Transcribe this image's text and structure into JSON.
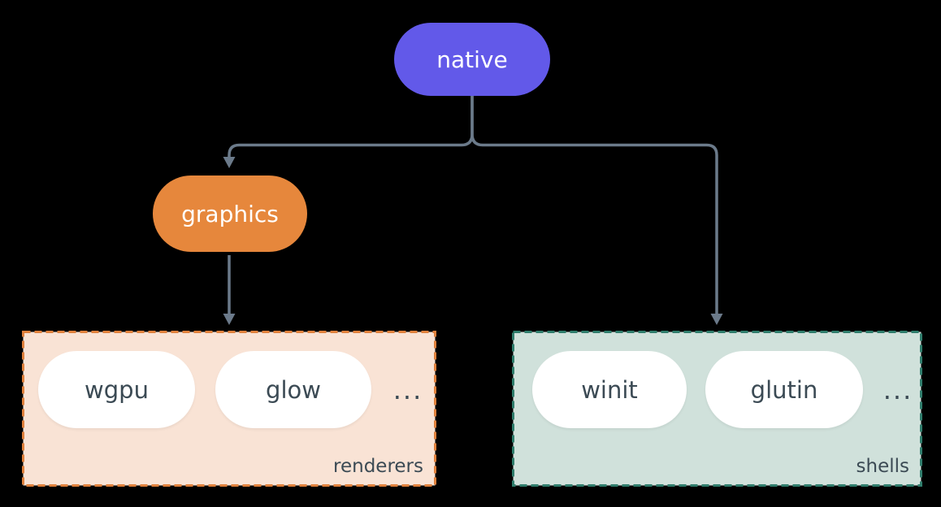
{
  "colors": {
    "bg": "#000000",
    "node-native": "#6259E9",
    "node-graphics": "#E6873C",
    "node-pill": "#FFFFFF",
    "node-text": "#FFFFFF",
    "pill-text": "#3B4A54",
    "connector": "#6B7A8A",
    "renderers-fill": "#F9E3D5",
    "renderers-border": "#E0813C",
    "shells-fill": "#D0E1DB",
    "shells-border": "#2F7D6C"
  },
  "nodes": {
    "native": "native",
    "graphics": "graphics"
  },
  "groups": {
    "renderers": {
      "label": "renderers",
      "items": [
        "wgpu",
        "glow"
      ],
      "more": "..."
    },
    "shells": {
      "label": "shells",
      "items": [
        "winit",
        "glutin"
      ],
      "more": "..."
    }
  }
}
